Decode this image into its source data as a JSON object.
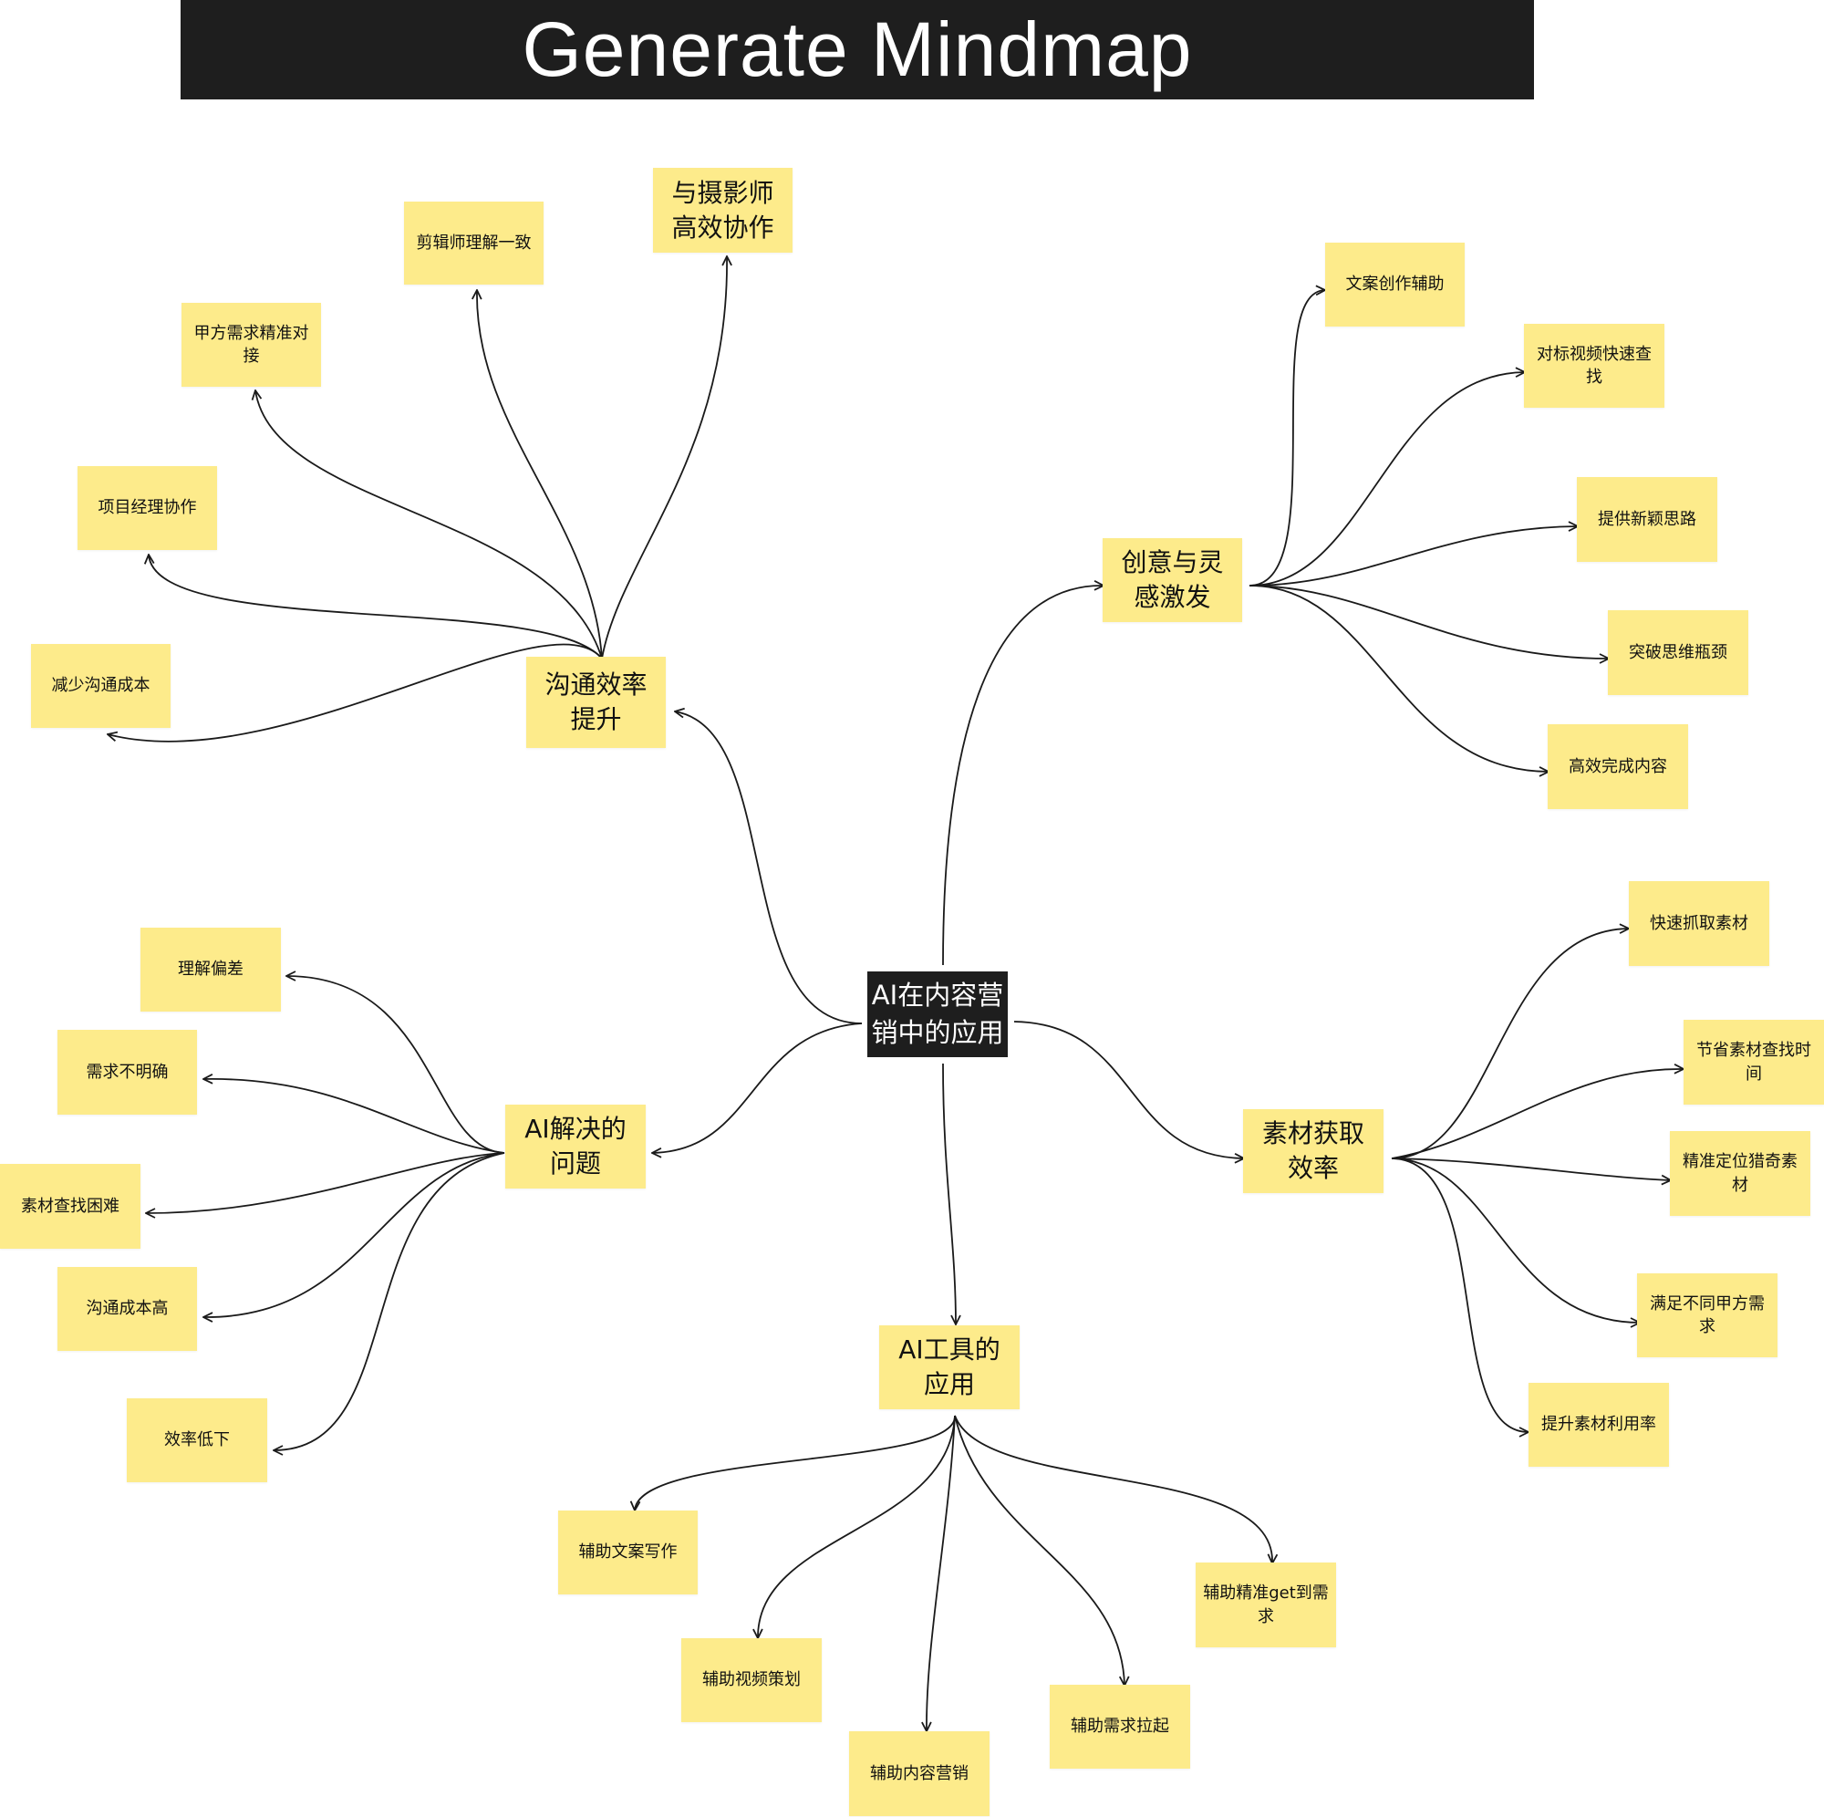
{
  "title": "Generate Mindmap",
  "center": "AI在内容营销中的应用",
  "branches": {
    "communication": {
      "label": "沟通效率提升",
      "children": [
        "与摄影师高效协作",
        "剪辑师理解一致",
        "甲方需求精准对接",
        "项目经理协作",
        "减少沟通成本"
      ]
    },
    "creativity": {
      "label": "创意与灵感激发",
      "children": [
        "文案创作辅助",
        "对标视频快速查找",
        "提供新颖思路",
        "突破思维瓶颈",
        "高效完成内容"
      ]
    },
    "problems": {
      "label": "AI解决的问题",
      "children": [
        "理解偏差",
        "需求不明确",
        "素材查找困难",
        "沟通成本高",
        "效率低下"
      ]
    },
    "materials": {
      "label": "素材获取效率",
      "children": [
        "快速抓取素材",
        "节省素材查找时间",
        "精准定位猎奇素材",
        "满足不同甲方需求",
        "提升素材利用率"
      ]
    },
    "tools": {
      "label": "AI工具的应用",
      "children": [
        "辅助文案写作",
        "辅助视频策划",
        "辅助内容营销",
        "辅助需求拉起",
        "辅助精准get到需求"
      ]
    }
  },
  "colors": {
    "note": "#fdeb8b",
    "dark": "#1e1e1e",
    "line": "#1a1a1a"
  }
}
